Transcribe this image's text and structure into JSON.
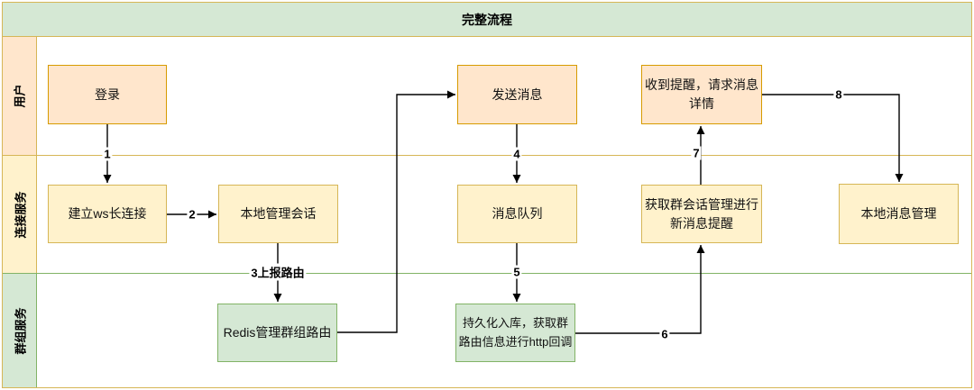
{
  "title": "完整流程",
  "lanes": [
    {
      "id": "user",
      "label": "用户"
    },
    {
      "id": "connection-service",
      "label": "连接服务"
    },
    {
      "id": "group-service",
      "label": "群组服务"
    }
  ],
  "nodes": [
    {
      "id": "login",
      "text": "登录",
      "lane": "用户",
      "color": "orange"
    },
    {
      "id": "ws-connect",
      "text": "建立ws长连接",
      "lane": "连接服务",
      "color": "yellow"
    },
    {
      "id": "local-session",
      "text": "本地管理会话",
      "lane": "连接服务",
      "color": "yellow"
    },
    {
      "id": "redis-route",
      "text": "Redis管理群组路由",
      "lane": "群组服务",
      "color": "green"
    },
    {
      "id": "send-message",
      "text": "发送消息",
      "lane": "用户",
      "color": "orange"
    },
    {
      "id": "message-queue",
      "text": "消息队列",
      "lane": "连接服务",
      "color": "yellow"
    },
    {
      "id": "persist-callback",
      "text": "持久化入库，获取群路由信息进行http回调",
      "lane": "群组服务",
      "color": "green"
    },
    {
      "id": "group-session-notify",
      "text": "获取群会话管理进行新消息提醒",
      "lane": "连接服务",
      "color": "yellow"
    },
    {
      "id": "receive-notify",
      "text": "收到提醒，请求消息详情",
      "lane": "用户",
      "color": "orange"
    },
    {
      "id": "local-message",
      "text": "本地消息管理",
      "lane": "连接服务",
      "color": "yellow"
    }
  ],
  "edges": [
    {
      "label": "1",
      "from": "login",
      "to": "ws-connect"
    },
    {
      "label": "2",
      "from": "ws-connect",
      "to": "local-session"
    },
    {
      "label": "3上报路由",
      "from": "local-session",
      "to": "redis-route"
    },
    {
      "label": "",
      "from": "redis-route",
      "to": "send-message"
    },
    {
      "label": "4",
      "from": "send-message",
      "to": "message-queue"
    },
    {
      "label": "5",
      "from": "message-queue",
      "to": "persist-callback"
    },
    {
      "label": "6",
      "from": "persist-callback",
      "to": "group-session-notify"
    },
    {
      "label": "7",
      "from": "group-session-notify",
      "to": "receive-notify"
    },
    {
      "label": "8",
      "from": "receive-notify",
      "to": "local-message"
    }
  ],
  "colors": {
    "pool_border": "#d6b656",
    "header_fill": "#d5e8d4",
    "lane_user_fill": "#ffe6cc",
    "lane_connection_fill": "#fff2cc",
    "lane_group_fill": "#d5e8d4",
    "lane_group_border": "#82b366",
    "node_orange_fill": "#ffe6cc",
    "node_orange_border": "#d79b00",
    "node_yellow_fill": "#fff2cc",
    "node_yellow_border": "#d6b656",
    "node_green_fill": "#d5e8d4",
    "node_green_border": "#82b366",
    "edge_color": "#000000"
  }
}
